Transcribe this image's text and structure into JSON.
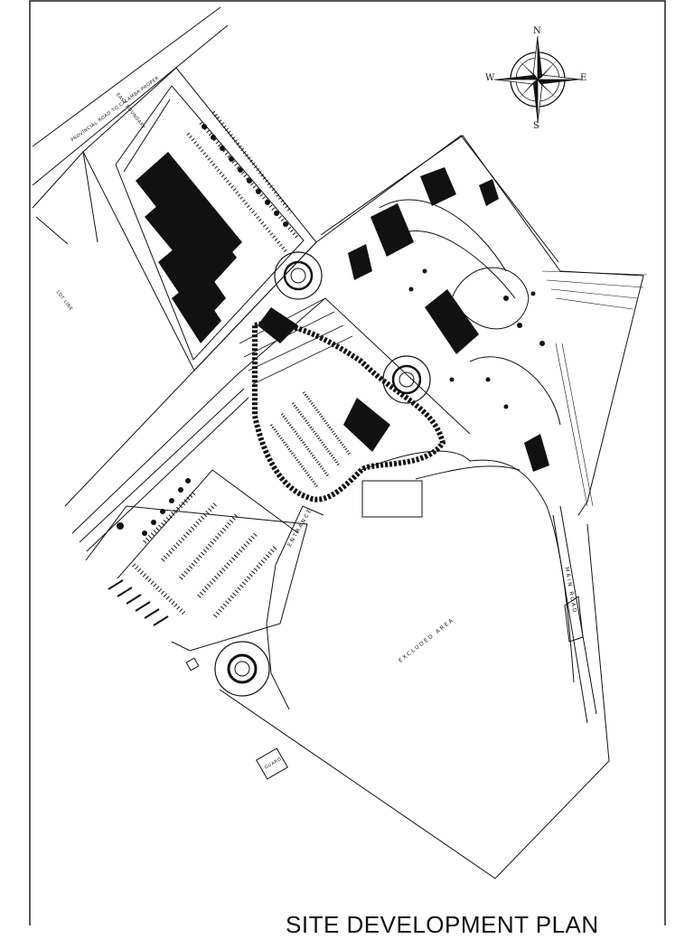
{
  "sheet": {
    "title": "SITE DEVELOPMENT PLAN"
  },
  "compass": {
    "north": "N",
    "south": "S",
    "east": "E",
    "west": "W"
  },
  "labels": {
    "provincial_road": "PROVINCIAL ROAD TO CALAMBA PROPER",
    "east_boundary": "EAST BOUNDARY",
    "lot_line": "LOT LINE",
    "excluded_area": "EXCLUDED AREA",
    "main_road": "MAIN ROAD",
    "entrance_road": "ENTRANCE",
    "guard_house": "GUARD"
  }
}
